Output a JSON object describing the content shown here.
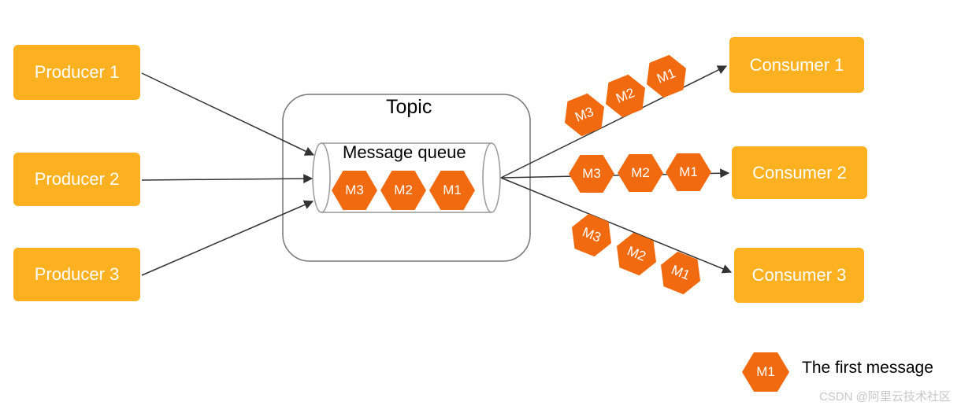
{
  "colors": {
    "box_fill": "#fdb120",
    "message_fill": "#f26a0f",
    "arrow": "#333333",
    "topic_border": "#777777",
    "queue_border": "#999999"
  },
  "producers": [
    "Producer 1",
    "Producer 2",
    "Producer 3"
  ],
  "topic_label": "Topic",
  "queue_label": "Message queue",
  "queue_messages": [
    "M3",
    "M2",
    "M1"
  ],
  "consumers": [
    "Consumer 1",
    "Consumer 2",
    "Consumer 3"
  ],
  "consumer_message_groups": [
    [
      "M3",
      "M2",
      "M1"
    ],
    [
      "M3",
      "M2",
      "M1"
    ],
    [
      "M3",
      "M2",
      "M1"
    ]
  ],
  "legend": {
    "icon_label": "M1",
    "text": "The first message"
  },
  "watermark": "CSDN @阿里云技术社区"
}
